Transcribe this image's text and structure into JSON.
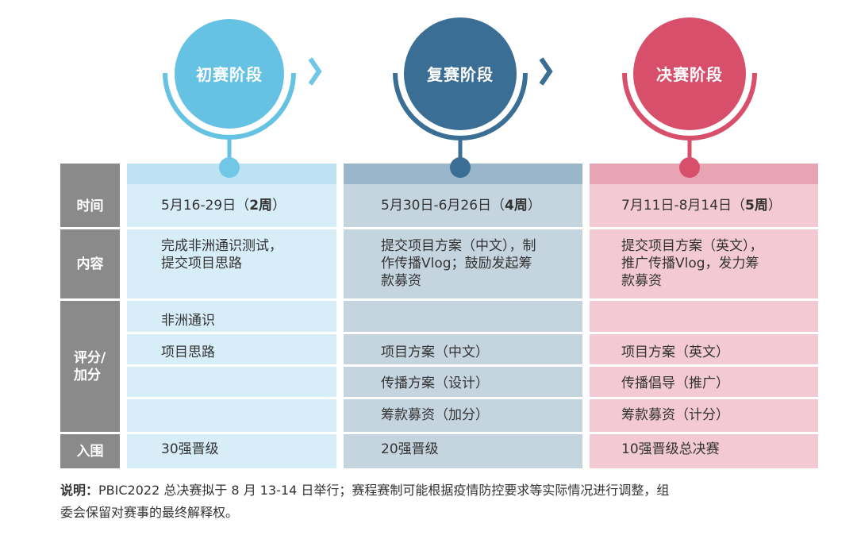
{
  "stages": [
    {
      "title": "初赛阶段",
      "color": "#66c2e3",
      "band_color": "#bde3f3",
      "cell_color": "#d7eef9",
      "chevron_color": "#72c7e6"
    },
    {
      "title": "复赛阶段",
      "color": "#3a6e94",
      "band_color": "#9ab6ca",
      "cell_color": "#c4d5e0",
      "chevron_color": "#3a6e94"
    },
    {
      "title": "决赛阶段",
      "color": "#d84f6c",
      "band_color": "#e9a4b3",
      "cell_color": "#f3c9d3",
      "chevron_color": null
    }
  ],
  "row_labels": {
    "time": "时间",
    "content": "内容",
    "scoring_line1": "评分/",
    "scoring_line2": "加分",
    "advance": "入围"
  },
  "table": {
    "time": [
      {
        "pre": "5月16-29日（",
        "bold": "2周",
        "post": "）"
      },
      {
        "pre": "5月30日-6月26日（",
        "bold": "4周",
        "post": "）"
      },
      {
        "pre": "7月11日-8月14日（",
        "bold": "5周",
        "post": "）"
      }
    ],
    "content": [
      [
        "完成非洲通识测试，",
        "提交项目思路"
      ],
      [
        "提交项目方案（中文），制",
        "作传播Vlog；鼓励发起筹",
        "款募资"
      ],
      [
        "提交项目方案（英文），",
        "推广传播Vlog，发力筹",
        "款募资"
      ]
    ],
    "scoring": [
      [
        "非洲通识",
        "项目思路",
        "",
        ""
      ],
      [
        "",
        "项目方案（中文）",
        "传播方案（设计）",
        "筹款募资（加分）"
      ],
      [
        "",
        "项目方案（英文）",
        "传播倡导（推广）",
        "筹款募资（计分）"
      ]
    ],
    "advance": [
      "30强晋级",
      "20强晋级",
      "10强晋级总决赛"
    ]
  },
  "note": {
    "label": "说明：",
    "line1": "PBIC2022 总决赛拟于 8 月 13-14 日举行；赛程赛制可能根据疫情防控要求等实际情况进行调整，组",
    "line2": "委会保留对赛事的最终解释权。"
  },
  "colors": {
    "label_bg": "#8a8a8a"
  }
}
